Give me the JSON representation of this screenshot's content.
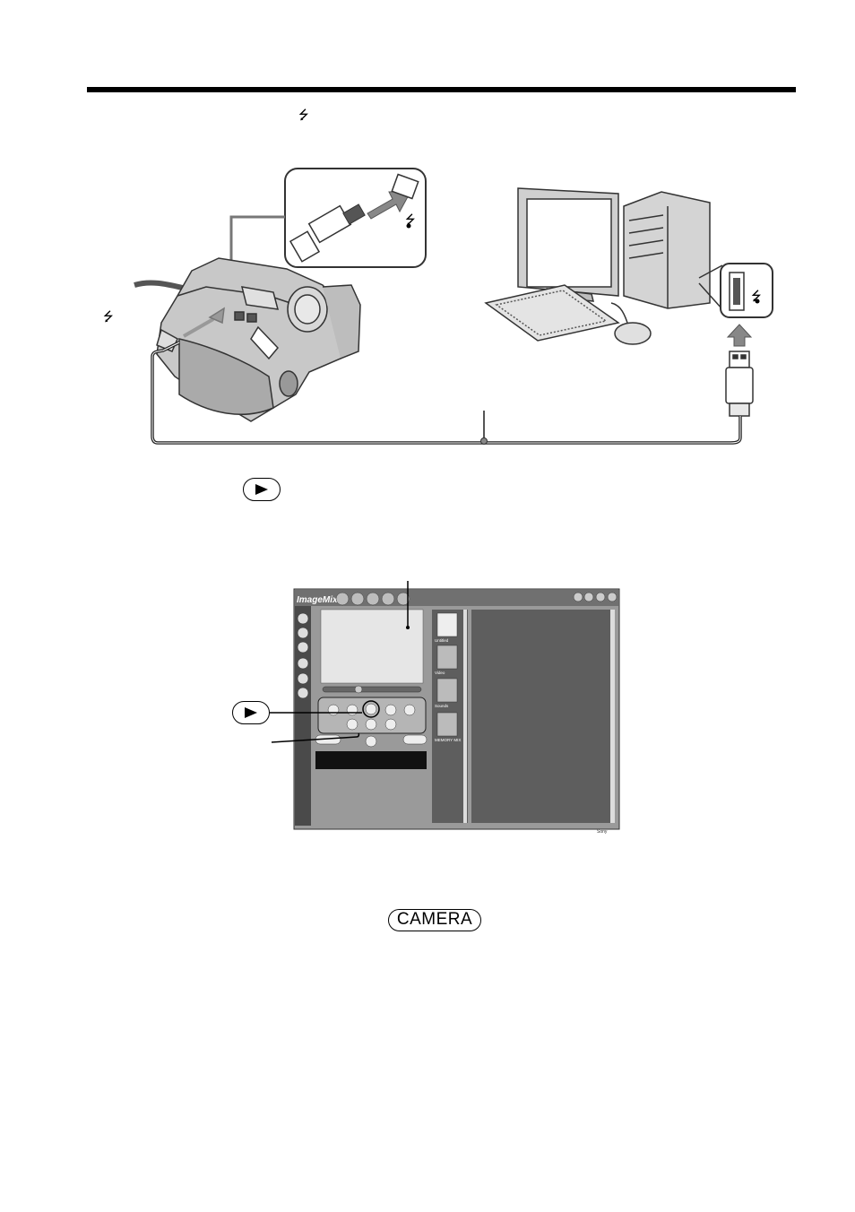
{
  "header": {
    "usb_symbol": "⭍"
  },
  "connection_diagram": {
    "usb_symbol_camera": "⭍",
    "camera_port_callout_usb": "⭍",
    "computer_port_callout_usb": "⭍"
  },
  "buttons": {
    "play_button_label": "",
    "camera_button_label": "CAMERA"
  },
  "imagemixer": {
    "app_title": "ImageMixer",
    "album_labels": [
      "Untitled",
      "Video",
      "Sounds",
      "MEMORY MIX"
    ],
    "brand": "Sony"
  },
  "colors": {
    "app_background": "#9a9a9a",
    "panel_dark": "#5e5e5e",
    "sidebar": "#4a4a4a",
    "ink": "#000000"
  }
}
